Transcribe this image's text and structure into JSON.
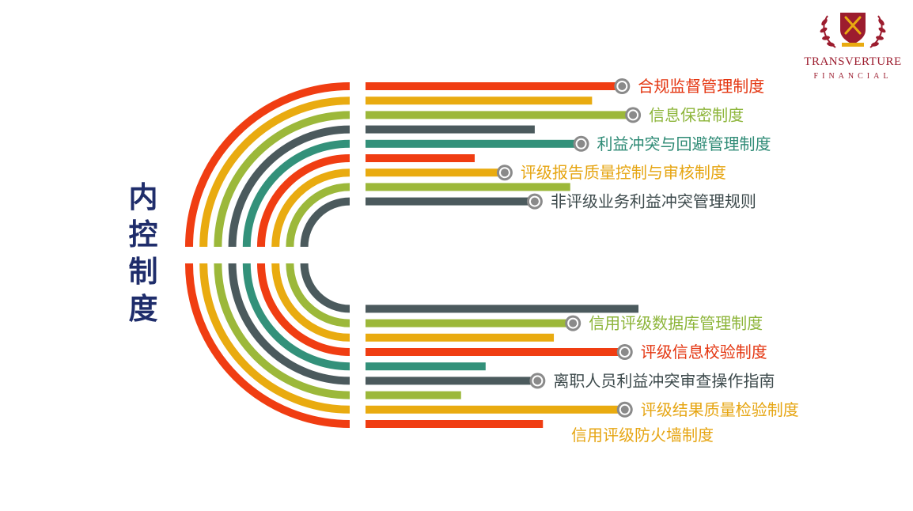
{
  "title_chars": [
    "内",
    "控",
    "制",
    "度"
  ],
  "logo": {
    "name": "TRANSVERTURE",
    "sub": "FINANCIAL",
    "color": "#9c1c2e"
  },
  "arc_colors": [
    "#f03d12",
    "#e9ab10",
    "#9cb83a",
    "#4b5a5d",
    "#33917a",
    "#f03d12",
    "#e9ab10",
    "#9cb83a",
    "#4b5a5d"
  ],
  "top_bars": [
    {
      "color": "#f03d12",
      "length": 0.94,
      "label": "合规监督管理制度",
      "label_color": "#e43611",
      "marker": true
    },
    {
      "color": "#e9ab10",
      "length": 0.83,
      "label": "",
      "label_color": "",
      "marker": false
    },
    {
      "color": "#9cb83a",
      "length": 0.98,
      "label": "信息保密制度",
      "label_color": "#8db53a",
      "marker": true
    },
    {
      "color": "#4b5a5d",
      "length": 0.62,
      "label": "",
      "label_color": "",
      "marker": false
    },
    {
      "color": "#33917a",
      "length": 0.79,
      "label": "利益冲突与回避管理制度",
      "label_color": "#2f8b76",
      "marker": true
    },
    {
      "color": "#f03d12",
      "length": 0.4,
      "label": "",
      "label_color": "",
      "marker": false
    },
    {
      "color": "#e9ab10",
      "length": 0.51,
      "label": "评级报告质量控制与审核制度",
      "label_color": "#e6a512",
      "marker": true
    },
    {
      "color": "#9cb83a",
      "length": 0.75,
      "label": "",
      "label_color": "",
      "marker": false
    },
    {
      "color": "#4b5a5d",
      "length": 0.62,
      "label": "非评级业务利益冲突管理规则",
      "label_color": "#3d4a4c",
      "marker": true
    }
  ],
  "bottom_bars": [
    {
      "color": "#4b5a5d",
      "length": 1.0,
      "label": "",
      "label_color": "",
      "marker": false
    },
    {
      "color": "#9cb83a",
      "length": 0.76,
      "label": "信用评级数据库管理制度",
      "label_color": "#8db53a",
      "marker": true
    },
    {
      "color": "#e9ab10",
      "length": 0.69,
      "label": "",
      "label_color": "",
      "marker": false
    },
    {
      "color": "#f03d12",
      "length": 0.95,
      "label": "评级信息校验制度",
      "label_color": "#e43611",
      "marker": true
    },
    {
      "color": "#33917a",
      "length": 0.44,
      "label": "",
      "label_color": "",
      "marker": false
    },
    {
      "color": "#4b5a5d",
      "length": 0.63,
      "label": "离职人员利益冲突审查操作指南",
      "label_color": "#3d4a4c",
      "marker": true
    },
    {
      "color": "#9cb83a",
      "length": 0.35,
      "label": "",
      "label_color": "",
      "marker": false
    },
    {
      "color": "#e9ab10",
      "length": 0.95,
      "label": "评级结果质量检验制度",
      "label_color": "#e6a512",
      "marker": true
    },
    {
      "color": "#f03d12",
      "length": 0.65,
      "label": "信用评级防火墙制度",
      "label_color": "#e6a512",
      "marker": false
    }
  ]
}
